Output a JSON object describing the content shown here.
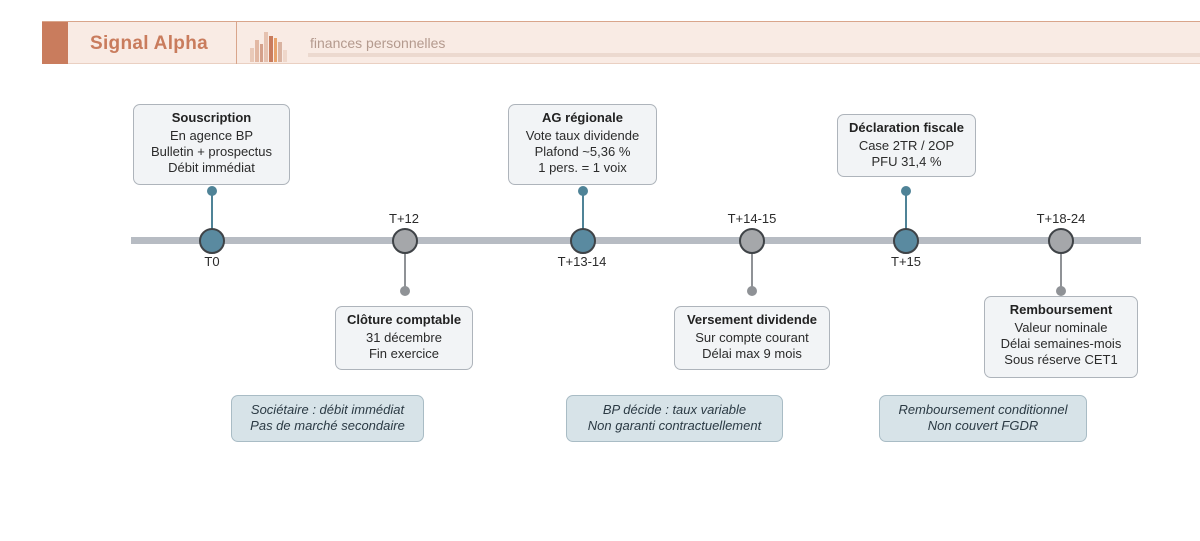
{
  "header": {
    "brand": "Signal Alpha",
    "tagline": "finances personnelles",
    "accent_color": "#c97c5d",
    "logo_icon": "bar-chart-icon"
  },
  "timeline": {
    "accent_color": "#5a8aa0",
    "neutral_color": "#a5a7aa",
    "events": [
      {
        "label": "T0",
        "title": "Souscription",
        "lines": [
          "En agence BP",
          "Bulletin + prospectus",
          "Débit immédiat"
        ]
      },
      {
        "label": "T+12",
        "title": "Clôture comptable",
        "lines": [
          "31 décembre",
          "Fin exercice"
        ]
      },
      {
        "label": "T+13-14",
        "title": "AG régionale",
        "lines": [
          "Vote taux dividende",
          "Plafond ~5,36 %",
          "1 pers. = 1 voix"
        ]
      },
      {
        "label": "T+14-15",
        "title": "Versement dividende",
        "lines": [
          "Sur compte courant",
          "Délai max 9 mois"
        ]
      },
      {
        "label": "T+15",
        "title": "Déclaration fiscale",
        "lines": [
          "Case 2TR / 2OP",
          "PFU 31,4 %"
        ]
      },
      {
        "label": "T+18-24",
        "title": "Remboursement",
        "lines": [
          "Valeur nominale",
          "Délai semaines-mois",
          "Sous réserve CET1"
        ]
      }
    ],
    "notes": [
      {
        "lines": [
          "Sociétaire : débit immédiat",
          "Pas de marché secondaire"
        ]
      },
      {
        "lines": [
          "BP décide : taux variable",
          "Non garanti contractuellement"
        ]
      },
      {
        "lines": [
          "Remboursement conditionnel",
          "Non couvert FGDR"
        ]
      }
    ]
  }
}
